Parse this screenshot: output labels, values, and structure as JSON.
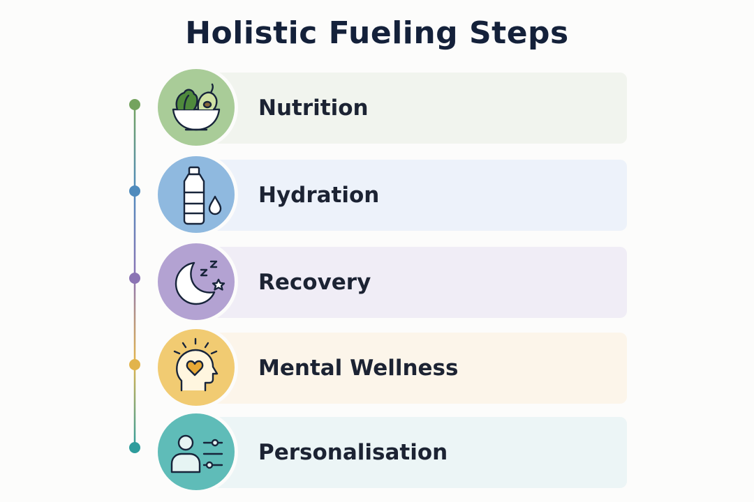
{
  "title": "Holistic Fueling Steps",
  "steps": [
    {
      "label": "Nutrition",
      "icon": "salad-bowl-icon",
      "accent": "#74a35e",
      "circle": "#a9cc98",
      "bar": "#f1f4ee"
    },
    {
      "label": "Hydration",
      "icon": "water-bottle-icon",
      "accent": "#4f8bbd",
      "circle": "#8fb9df",
      "bar": "#edf2fa"
    },
    {
      "label": "Recovery",
      "icon": "moon-sleep-icon",
      "accent": "#8b74b4",
      "circle": "#b3a2d2",
      "bar": "#f0edf6"
    },
    {
      "label": "Mental Wellness",
      "icon": "mind-heart-icon",
      "accent": "#e2b44b",
      "circle": "#f1cb72",
      "bar": "#fcf5ea"
    },
    {
      "label": "Personalisation",
      "icon": "user-settings-icon",
      "accent": "#2e9c9c",
      "circle": "#5fbcb8",
      "bar": "#ecf5f6"
    }
  ]
}
